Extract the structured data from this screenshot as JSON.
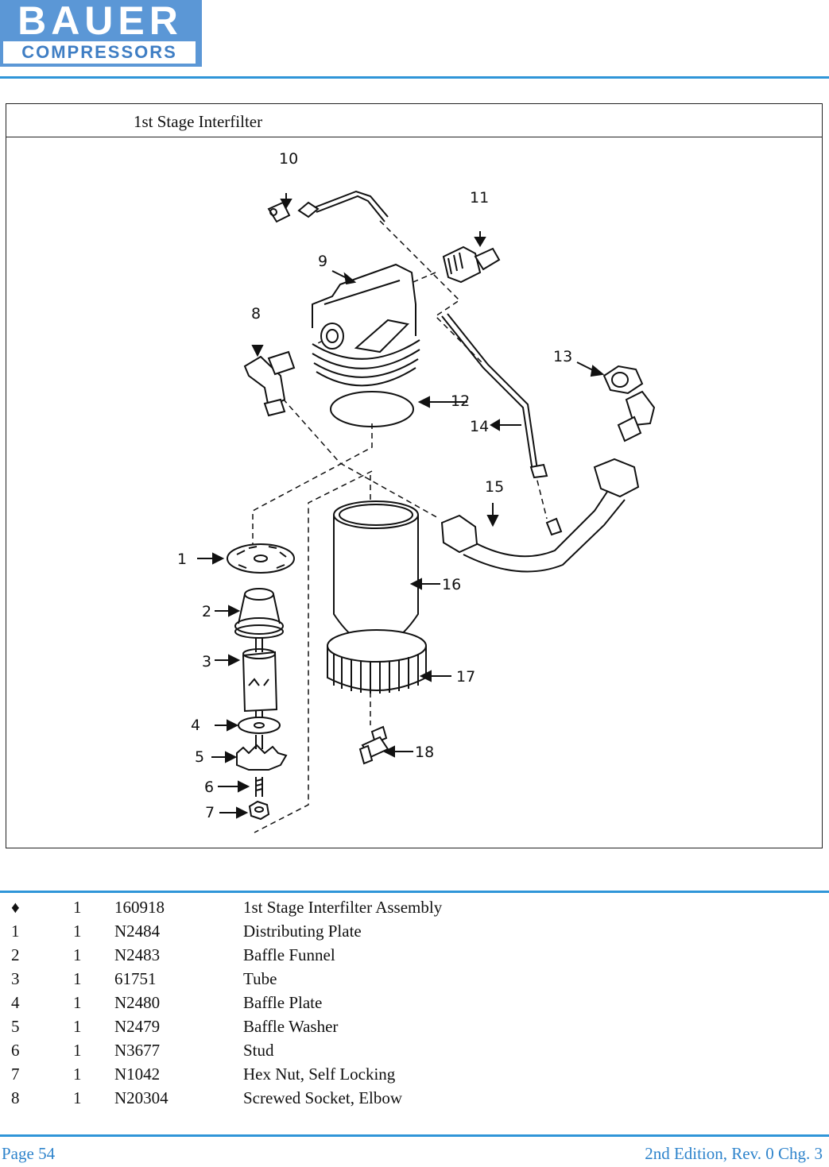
{
  "header": {
    "logo_top": "BAUER",
    "logo_bottom": "COMPRESSORS"
  },
  "figure": {
    "title": "1st Stage Interfilter",
    "callouts": [
      "1",
      "2",
      "3",
      "4",
      "5",
      "6",
      "7",
      "8",
      "9",
      "10",
      "11",
      "12",
      "13",
      "14",
      "15",
      "16",
      "17",
      "18"
    ]
  },
  "parts_list": [
    {
      "item": "♦",
      "qty": "1",
      "part_no": "160918",
      "description": "1st Stage Interfilter Assembly"
    },
    {
      "item": "1",
      "qty": "1",
      "part_no": "N2484",
      "description": "Distributing Plate"
    },
    {
      "item": "2",
      "qty": "1",
      "part_no": "N2483",
      "description": "Baffle Funnel"
    },
    {
      "item": "3",
      "qty": "1",
      "part_no": "61751",
      "description": "Tube"
    },
    {
      "item": "4",
      "qty": "1",
      "part_no": "N2480",
      "description": "Baffle Plate"
    },
    {
      "item": "5",
      "qty": "1",
      "part_no": "N2479",
      "description": "Baffle Washer"
    },
    {
      "item": "6",
      "qty": "1",
      "part_no": "N3677",
      "description": "Stud"
    },
    {
      "item": "7",
      "qty": "1",
      "part_no": "N1042",
      "description": "Hex Nut, Self Locking"
    },
    {
      "item": "8",
      "qty": "1",
      "part_no": "N20304",
      "description": "Screwed Socket, Elbow"
    }
  ],
  "footer": {
    "page": "Page 54",
    "edition": "2nd Edition, Rev. 0 Chg. 3"
  },
  "colors": {
    "accent_blue": "#2f95d8",
    "logo_blue": "#5b97d6"
  }
}
